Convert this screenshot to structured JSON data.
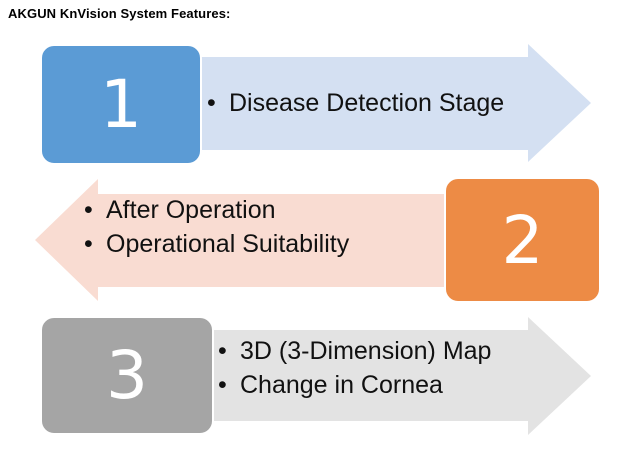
{
  "title": "AKGUN KnVision System Features:",
  "steps": [
    {
      "number": "1",
      "direction": "right",
      "box_color": "#5b9bd5",
      "arrow_color": "#d4e0f2",
      "items": [
        "Disease Detection Stage"
      ]
    },
    {
      "number": "2",
      "direction": "left",
      "box_color": "#ed8b45",
      "arrow_color": "#f9dcd2",
      "items": [
        "After Operation",
        "Operational Suitability"
      ]
    },
    {
      "number": "3",
      "direction": "right",
      "box_color": "#a5a5a5",
      "arrow_color": "#e3e3e3",
      "items": [
        "3D (3-Dimension) Map",
        "Change in Cornea"
      ]
    }
  ]
}
